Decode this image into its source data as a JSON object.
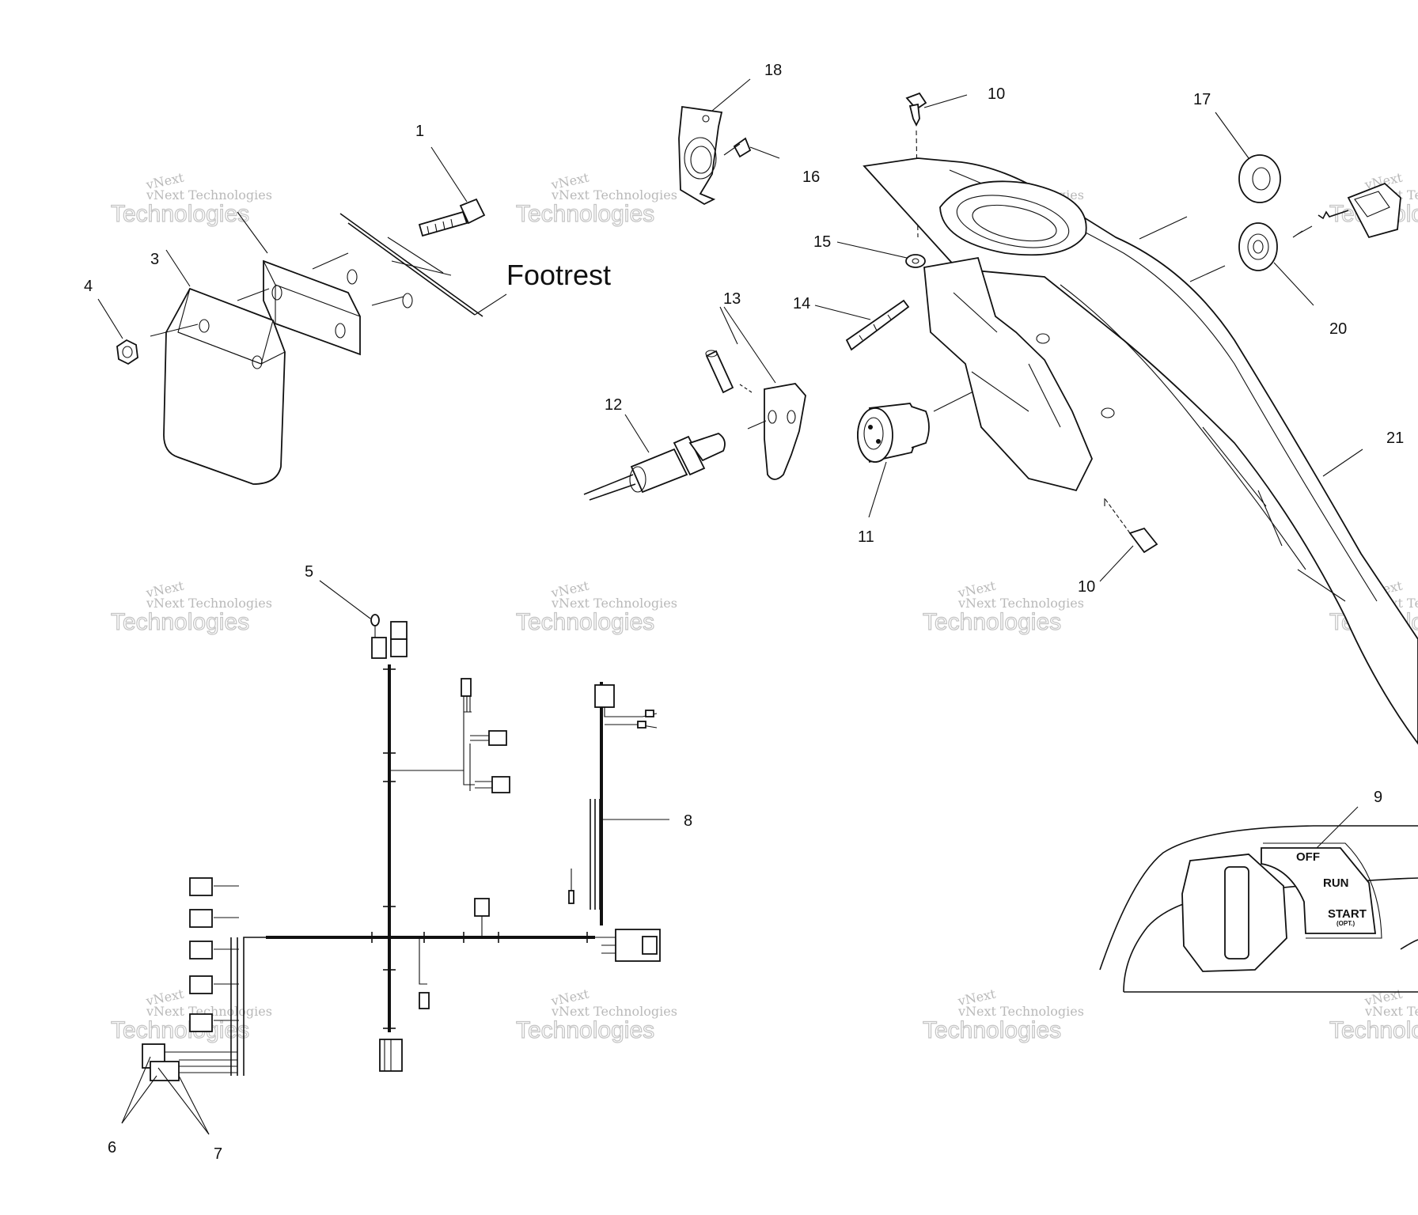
{
  "diagram": {
    "section_label": "Footrest",
    "callouts": [
      "1",
      "3",
      "4",
      "5",
      "6",
      "7",
      "8",
      "9",
      "10",
      "10",
      "11",
      "12",
      "13",
      "14",
      "15",
      "16",
      "17",
      "18",
      "20",
      "21"
    ],
    "switch_positions": {
      "off": "OFF",
      "run": "RUN",
      "start": "START",
      "start_note": "(OPT.)"
    },
    "watermark": {
      "line1": "vNext Technologies",
      "line2": "Technologies",
      "arc": "vNext"
    }
  }
}
